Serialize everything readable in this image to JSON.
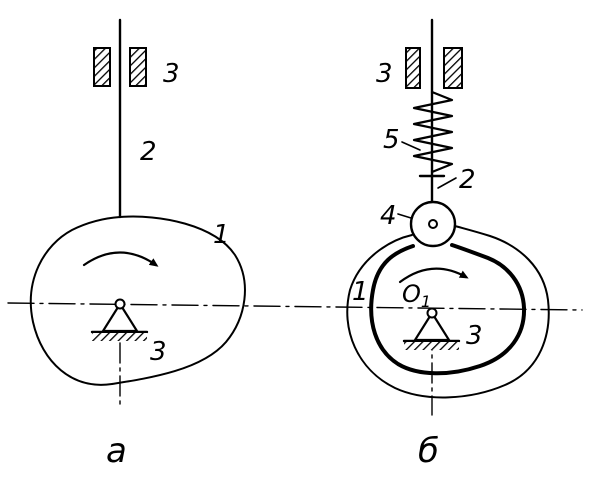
{
  "colors": {
    "ink": "#000000",
    "background": "#ffffff"
  },
  "figure_a": {
    "label": "а",
    "cam_label": "1",
    "follower_label": "2",
    "guide_label": "3",
    "pivot_label": "3"
  },
  "figure_b": {
    "label": "б",
    "guide_label": "3",
    "spring_label": "5",
    "follower_label": "2",
    "roller_label": "4",
    "cam_label": "1",
    "axis_label": "O",
    "axis_subscript": "1",
    "pivot_label": "3"
  }
}
